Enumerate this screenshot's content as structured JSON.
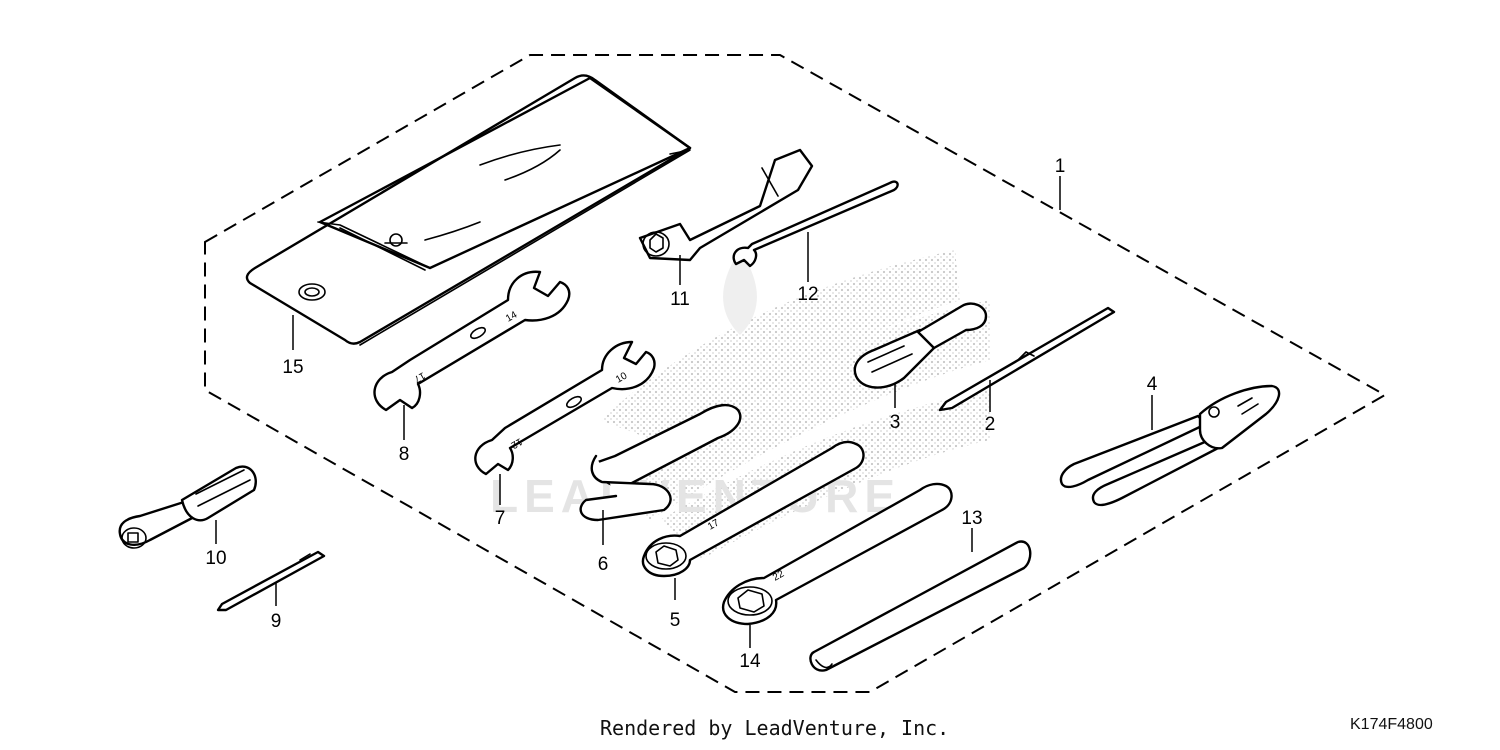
{
  "diagram": {
    "callouts": {
      "c1": "1",
      "c2": "2",
      "c3": "3",
      "c4": "4",
      "c5": "5",
      "c6": "6",
      "c7": "7",
      "c8": "8",
      "c9": "9",
      "c10": "10",
      "c11": "11",
      "c12": "12",
      "c13": "13",
      "c14": "14",
      "c15": "15"
    },
    "wrench_markings": {
      "w8_a": "14",
      "w8_b": "17",
      "w7_a": "10",
      "w7_b": "12",
      "w5": "17",
      "w14": "22"
    },
    "watermark": "LEADVENTURE"
  },
  "footer": {
    "credit": "Rendered by LeadVenture, Inc.",
    "code": "K174F4800"
  },
  "colors": {
    "line": "#000000",
    "background": "#ffffff",
    "watermark": "#cfcfcf"
  }
}
